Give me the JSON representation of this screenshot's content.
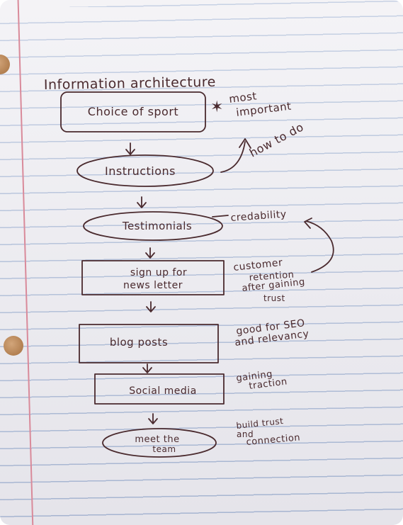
{
  "title": "Information architecture",
  "steps": [
    {
      "label_lines": [
        "Choice of sport"
      ],
      "shape": "rounded-rect"
    },
    {
      "label_lines": [
        "Instructions"
      ],
      "shape": "ellipse"
    },
    {
      "label_lines": [
        "Testimonials"
      ],
      "shape": "ellipse"
    },
    {
      "label_lines": [
        "sign up for",
        "news letter"
      ],
      "shape": "rect"
    },
    {
      "label_lines": [
        "blog posts"
      ],
      "shape": "rect"
    },
    {
      "label_lines": [
        "Social media"
      ],
      "shape": "rect"
    },
    {
      "label_lines": [
        "meet the",
        "team"
      ],
      "shape": "ellipse"
    }
  ],
  "notes": [
    {
      "lines": [
        "most",
        "important"
      ],
      "marker": "star"
    },
    {
      "lines": [
        "how to do"
      ]
    },
    {
      "lines": [
        "credability"
      ]
    },
    {
      "lines": [
        "customer",
        "retention",
        "after gaining",
        "trust"
      ]
    },
    {
      "lines": [
        "good for SEO",
        "and relevancy"
      ]
    },
    {
      "lines": [
        "gaining",
        "traction"
      ]
    },
    {
      "lines": [
        "build trust",
        "and",
        "connection"
      ]
    }
  ],
  "ink_color": "#4a2a2e"
}
